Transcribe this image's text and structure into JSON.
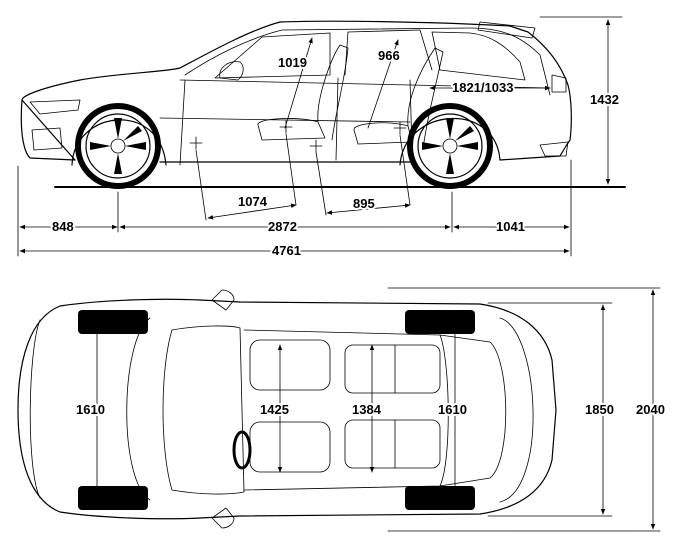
{
  "dimensions": {
    "side": {
      "height": "1432",
      "front_headroom": "1019",
      "rear_headroom": "966",
      "cargo_length": "1821/1033",
      "front_overhang": "848",
      "wheelbase": "2872",
      "rear_overhang": "1041",
      "overall_length": "4761",
      "front_legroom": "1074",
      "rear_legroom": "895"
    },
    "top": {
      "front_track": "1610",
      "front_shoulder": "1425",
      "rear_shoulder": "1384",
      "rear_track": "1610",
      "width_body": "1850",
      "width_mirrors": "2040"
    }
  }
}
